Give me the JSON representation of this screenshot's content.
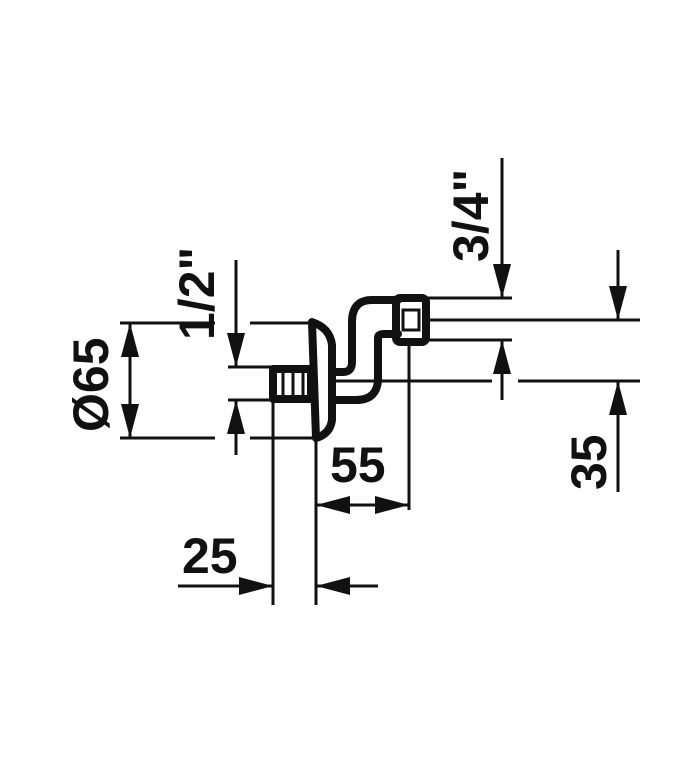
{
  "labels": {
    "diameter": "Ø65",
    "thread_inlet": "1/2\"",
    "thread_outlet": "3/4\"",
    "offset": "55",
    "depth": "25",
    "height": "35"
  }
}
